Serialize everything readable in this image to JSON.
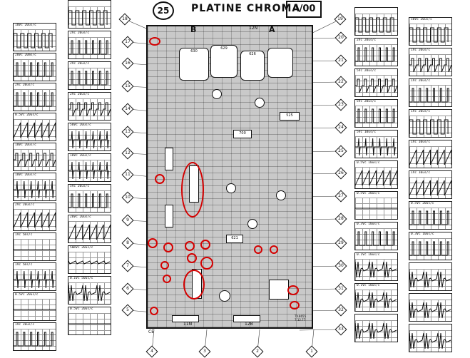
{
  "header": {
    "page_number": "25",
    "title": "PLATINE CHROMA",
    "reference": "A/00"
  },
  "board": {
    "side_labels": [
      "B",
      "A"
    ],
    "connectors_top": [
      "12N"
    ],
    "connectors_bottom": [
      "11N",
      "12B"
    ],
    "section_numbers": [
      "1",
      "2",
      "3"
    ],
    "ic_labels": [
      "630",
      "629",
      "626",
      "525",
      "700",
      "621"
    ],
    "corner_code": "TV.8655\n7.12.77",
    "bottom_left_mark": "CE"
  },
  "callouts_top": [
    "18",
    "19"
  ],
  "callouts_left": [
    "17",
    "16",
    "15",
    "14",
    "13",
    "12",
    "11",
    "10",
    "9",
    "8",
    "7",
    "6",
    "5"
  ],
  "callouts_right": [
    "20",
    "21",
    "22",
    "23",
    "24",
    "25",
    "26",
    "27",
    "28",
    "29",
    "30",
    "31",
    "32",
    "33"
  ],
  "callouts_bottom": [
    "4",
    "3",
    "2",
    "1"
  ],
  "scopes_left_outer": [
    {
      "label": "10Vc 20us/c",
      "wave": "square"
    },
    {
      "label": "20Vc 20ms/c",
      "wave": "pulse"
    },
    {
      "label": "2Vc 20us/c",
      "wave": "pulse"
    },
    {
      "label": "0.5Vc 20us/c",
      "wave": "saw"
    },
    {
      "label": "10Vc 20us/c",
      "wave": "step"
    },
    {
      "label": "10Vc 20us/c",
      "wave": "spike"
    },
    {
      "label": "2Vc 20us/c",
      "wave": "saw"
    },
    {
      "label": "1Vc 5ms/c",
      "wave": "flat"
    },
    {
      "label": "1Vc 5ms/c",
      "wave": "spike"
    },
    {
      "label": "0.5Vc 20us/c",
      "wave": "flat"
    },
    {
      "label": "1Vc 20us/c",
      "wave": "pulse"
    }
  ],
  "scopes_left_inner": [
    {
      "label": "",
      "wave": "square"
    },
    {
      "label": "2Vc 20us/c",
      "wave": "pulse"
    },
    {
      "label": "2Vc 20us/c",
      "wave": "pulse"
    },
    {
      "label": "2Vc 20us/c",
      "wave": "step"
    },
    {
      "label": "50Vc 20us/c",
      "wave": "spike"
    },
    {
      "label": "10Vc 20us/c",
      "wave": "spike"
    },
    {
      "label": "5Vc 20us/c",
      "wave": "pulse"
    },
    {
      "label": "20Vc 20us/c",
      "wave": "saw"
    },
    {
      "label": "50mVc 20us/c",
      "wave": "noise"
    },
    {
      "label": "0.1Vc 50us/c",
      "wave": "burst"
    },
    {
      "label": "0.5Vc 20us/c",
      "wave": "flat"
    }
  ],
  "scopes_right_inner": [
    {
      "label": "",
      "wave": "square"
    },
    {
      "label": "2Vc 20us/c",
      "wave": "pulse"
    },
    {
      "label": "5Vc 20us/c",
      "wave": "step"
    },
    {
      "label": "5Vc 20us/c",
      "wave": "pulse"
    },
    {
      "label": "5Vc 10us/c",
      "wave": "spike"
    },
    {
      "label": "0.5Vc 10us/c",
      "wave": "saw"
    },
    {
      "label": "0.5Vc 20us/c",
      "wave": "flat"
    },
    {
      "label": "0.3Vc 10us/c",
      "wave": "pulse"
    },
    {
      "label": "0.1Vc 10us/c",
      "wave": "burst"
    },
    {
      "label": "0.1Vc 10us/c",
      "wave": "burst"
    },
    {
      "label": "",
      "wave": "burst"
    }
  ],
  "scopes_right_outer": [
    {
      "label": "50Vc 20us/c",
      "wave": "square"
    },
    {
      "label": "1Vc 20us/c",
      "wave": "step"
    },
    {
      "label": "1Vc 20us/c",
      "wave": "pulse"
    },
    {
      "label": "1Vc 20us/c",
      "wave": "square"
    },
    {
      "label": "1Vc 10us/c",
      "wave": "saw"
    },
    {
      "label": "1Vc 10us/c",
      "wave": "saw"
    },
    {
      "label": "0.5Vc 20us/c",
      "wave": "pulse"
    },
    {
      "label": "0.3Vc 10us/c",
      "wave": "pulse"
    },
    {
      "label": "",
      "wave": "burst"
    },
    {
      "label": "",
      "wave": "burst"
    },
    {
      "label": "",
      "wave": "burst"
    }
  ]
}
